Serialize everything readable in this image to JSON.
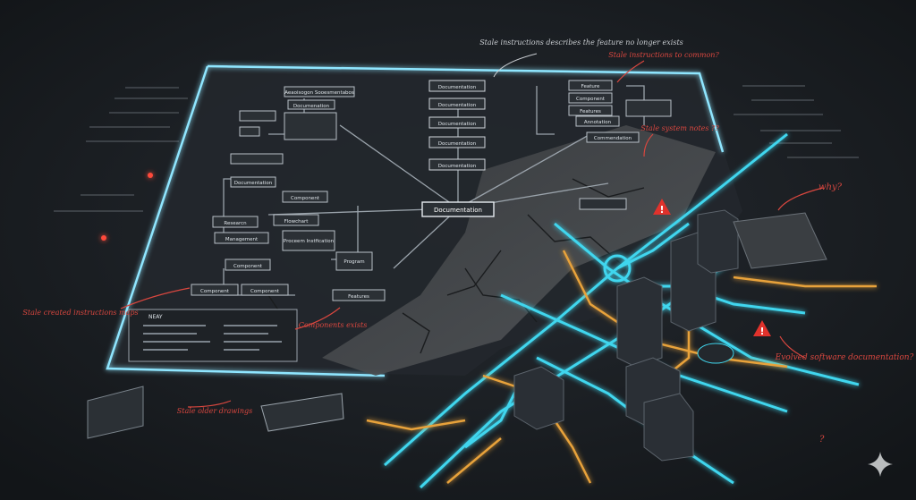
{
  "colors": {
    "background": "#181c20",
    "panel_glow": "#8fe6ff",
    "cyan_circuit": "#3fd6ee",
    "orange_circuit": "#e8a23a",
    "annotation_red": "#d9473f",
    "annotation_white": "#c8ccd0",
    "warning_red": "#e0322c"
  },
  "map": {
    "main_node": "Documentation",
    "doc_nodes": [
      "Documentation",
      "Documentation",
      "Documentation",
      "Documentation",
      "Documentation"
    ],
    "left_nodes": {
      "header": "Aeaoisogon Sooesmentabos",
      "documentation_1": "Documenation",
      "documentation_2": "Documentation",
      "component_1": "Component",
      "component_2": "Component",
      "component_3": "Component",
      "component_4": "Component",
      "management": "Management",
      "process": "Proceem Instfication",
      "flow": "Flowchart",
      "program": "Program",
      "features": "Features",
      "research": "Researcn"
    },
    "right_nodes": {
      "feature": "Feature",
      "component": "Component",
      "features": "Features",
      "annotation": "Annotation",
      "commendation": "Commendation"
    },
    "legend_title": "NEAY"
  },
  "annotations": {
    "stale_instructions": "Stale instructions describes the feature no longer exists",
    "to_common": "Stale instructions to common?",
    "stale_system": "Stale system notes ??",
    "why": "why?",
    "stale_maps": "Stale created instructions maps",
    "components_exists": "Components exists",
    "stale_older": "Stale older drawings",
    "evolved": "Evolved software documentation?",
    "question": "?"
  },
  "icons": {
    "warning": "warning-triangle-icon",
    "sparkle": "sparkle-icon"
  }
}
